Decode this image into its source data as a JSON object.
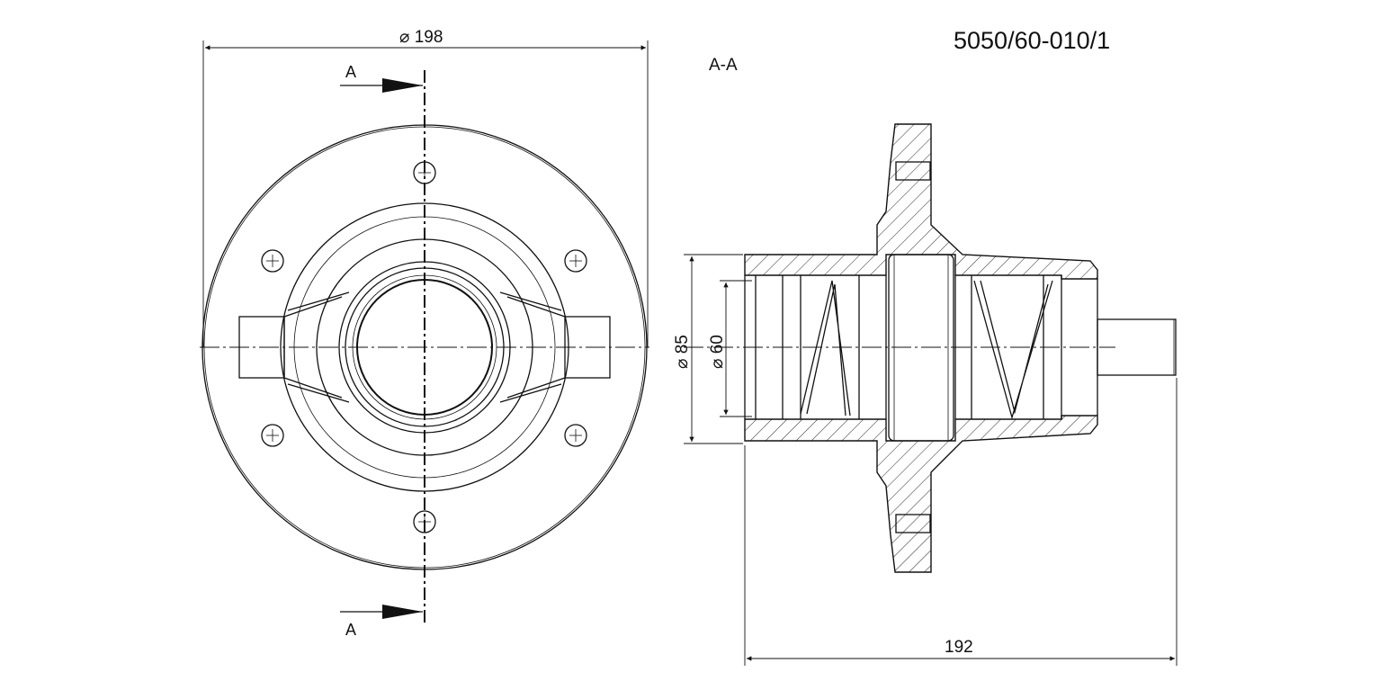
{
  "drawing_number": "5050/60-010/1",
  "section_label": "A-A",
  "section_marker_top": "A",
  "section_marker_bottom": "A",
  "dimensions": {
    "outer_diameter": "198",
    "bore_outer": "85",
    "bore_inner": "60",
    "length": "192"
  },
  "diameter_symbol": "⌀"
}
